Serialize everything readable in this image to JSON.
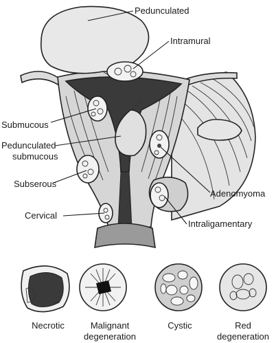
{
  "labels": {
    "pedunculated": "Pedunculated",
    "intramural": "Intramural",
    "submucous": "Submucous",
    "pedunculated_submucous_line1": "Pedunculated",
    "pedunculated_submucous_line2": "submucous",
    "subserous": "Subserous",
    "cervical": "Cervical",
    "adenomyoma": "Adenomyoma",
    "intraligamentary": "Intraligamentary"
  },
  "degenerations": [
    {
      "line1": "Necrotic",
      "line2": ""
    },
    {
      "line1": "Malignant",
      "line2": "degeneration"
    },
    {
      "line1": "Cystic",
      "line2": ""
    },
    {
      "line1": "Red",
      "line2": "degeneration"
    }
  ]
}
